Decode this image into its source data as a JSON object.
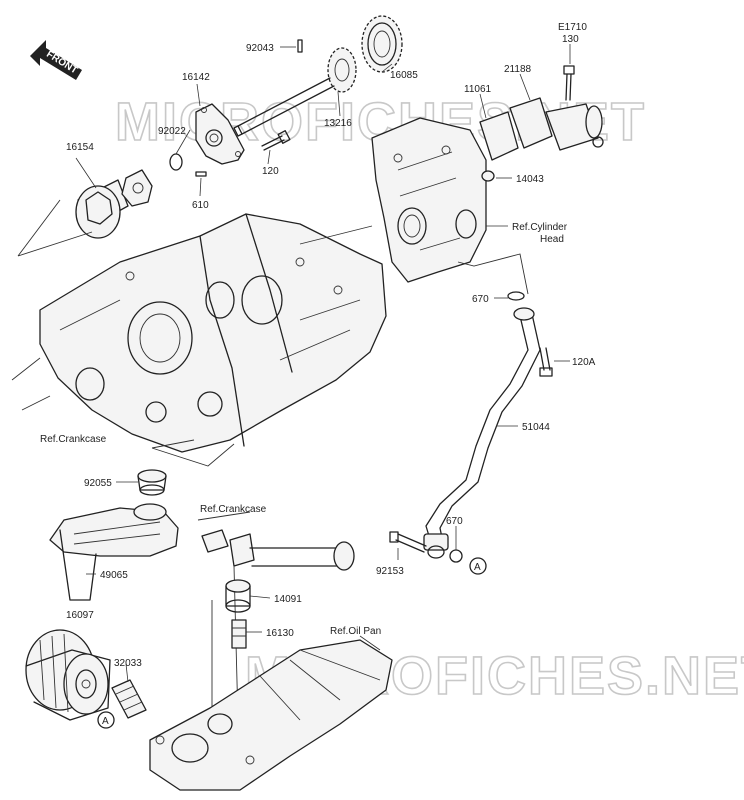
{
  "watermark": "MICROFICHES.NET",
  "front_arrow": "FRONT",
  "callout_marker": "A",
  "labels": {
    "e1710": "E1710",
    "p130": "130",
    "p92043": "92043",
    "p21188": "21188",
    "p16142": "16142",
    "p11061": "11061",
    "p16085": "16085",
    "p13216": "13216",
    "p92022": "92022",
    "p16154": "16154",
    "p120": "120",
    "p14043": "14043",
    "p610": "610",
    "ref_cyl_1": "Ref.Cylinder",
    "ref_cyl_2": "Head",
    "p670a": "670",
    "p120a": "120A",
    "p51044": "51044",
    "ref_crank_1": "Ref.Crankcase",
    "p92055": "92055",
    "ref_crank_2": "Ref.Crankcase",
    "p670b": "670",
    "p49065": "49065",
    "p92153": "92153",
    "p16097": "16097",
    "p14091": "14091",
    "p16130": "16130",
    "ref_oilpan": "Ref.Oil Pan",
    "p32033": "32033"
  }
}
